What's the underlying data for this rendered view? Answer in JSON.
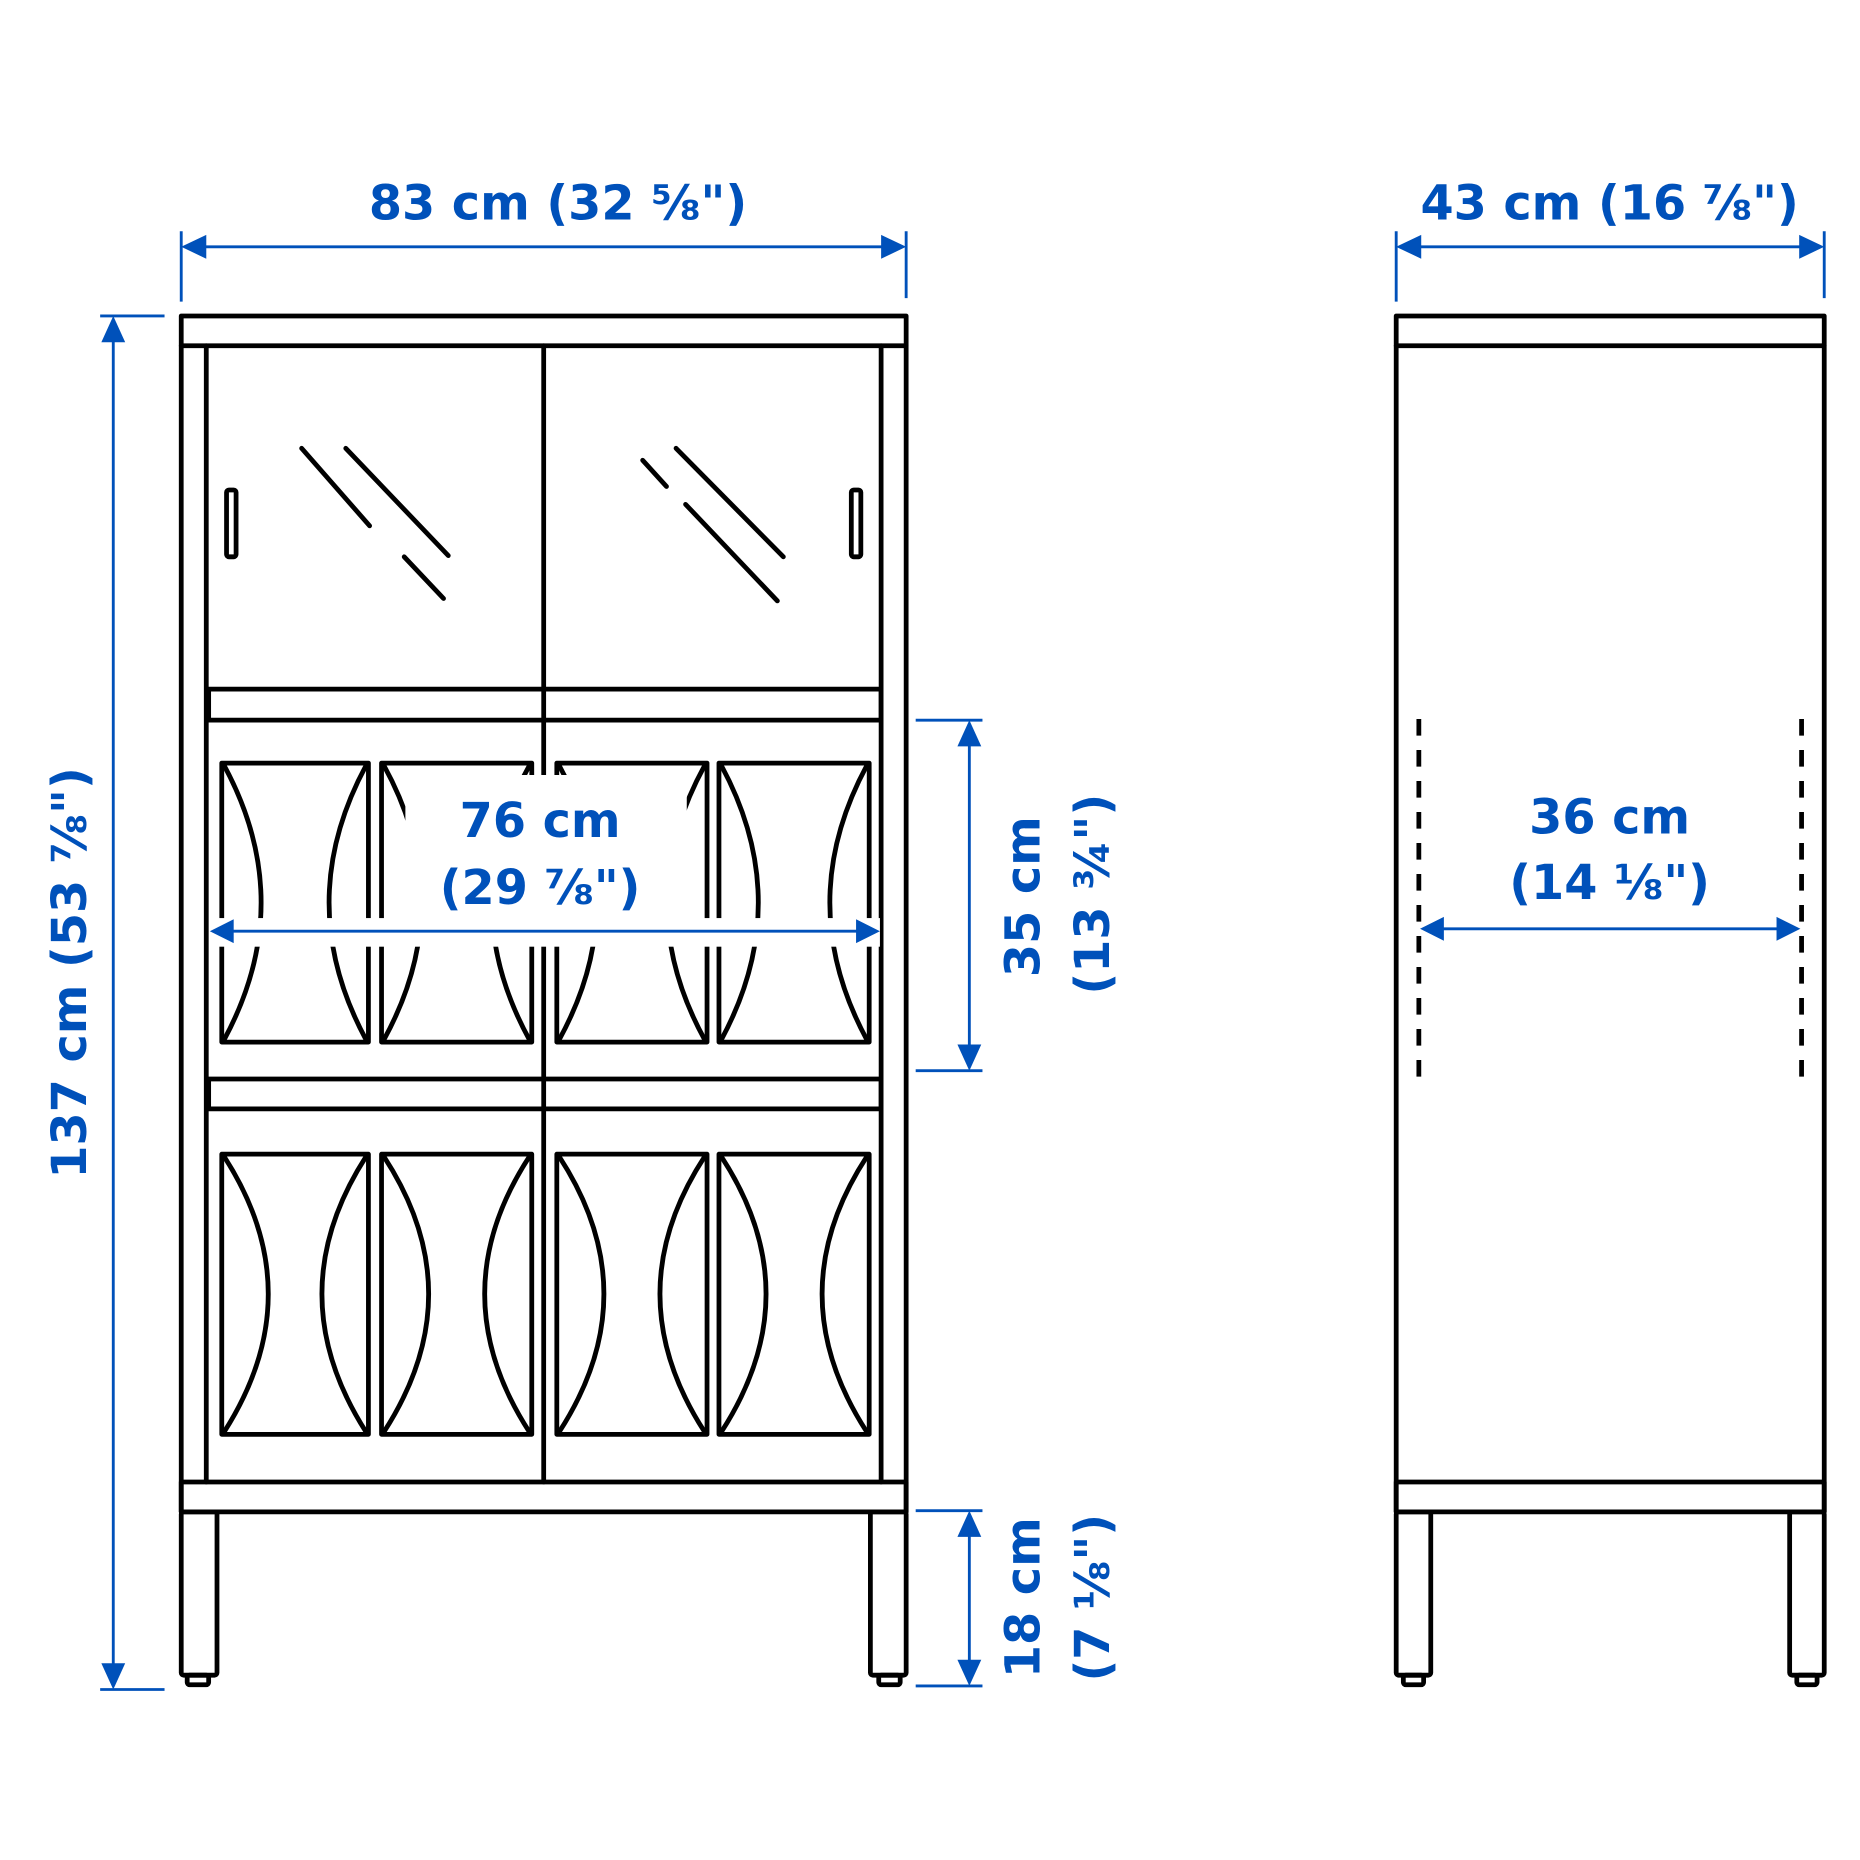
{
  "diagram": {
    "type": "furniture-dimension-drawing",
    "colors": {
      "dimension": "#0051ba",
      "outline": "#000000",
      "background": "#ffffff"
    },
    "front_view": {
      "overall_width": {
        "label": "83 cm (32 ⅝\")",
        "cm": 83,
        "inch": "32 5/8"
      },
      "overall_height": {
        "label": "137 cm (53 ⅞\")",
        "cm": 137,
        "inch": "53 7/8"
      },
      "inner_width": {
        "label_cm": "76 cm",
        "label_in": "(29 ⅞\")",
        "cm": 76,
        "inch": "29 7/8"
      },
      "shelf_spacing": {
        "label_cm": "35 cm",
        "label_in": "(13 ¾\")",
        "cm": 35,
        "inch": "13 3/4"
      },
      "leg_height": {
        "label_cm": "18 cm",
        "label_in": "(7 ⅛\")",
        "cm": 18,
        "inch": "7 1/8"
      },
      "components": [
        "top-board",
        "glass-sliding-doors",
        "middle-shelf-section",
        "lower-door-section",
        "base-board",
        "legs"
      ]
    },
    "side_view": {
      "overall_depth": {
        "label": "43 cm (16 ⅞\")",
        "cm": 43,
        "inch": "16 7/8"
      },
      "inner_depth": {
        "label_cm": "36 cm",
        "label_in": "(14 ⅛\")",
        "cm": 36,
        "inch": "14 1/8"
      }
    }
  }
}
